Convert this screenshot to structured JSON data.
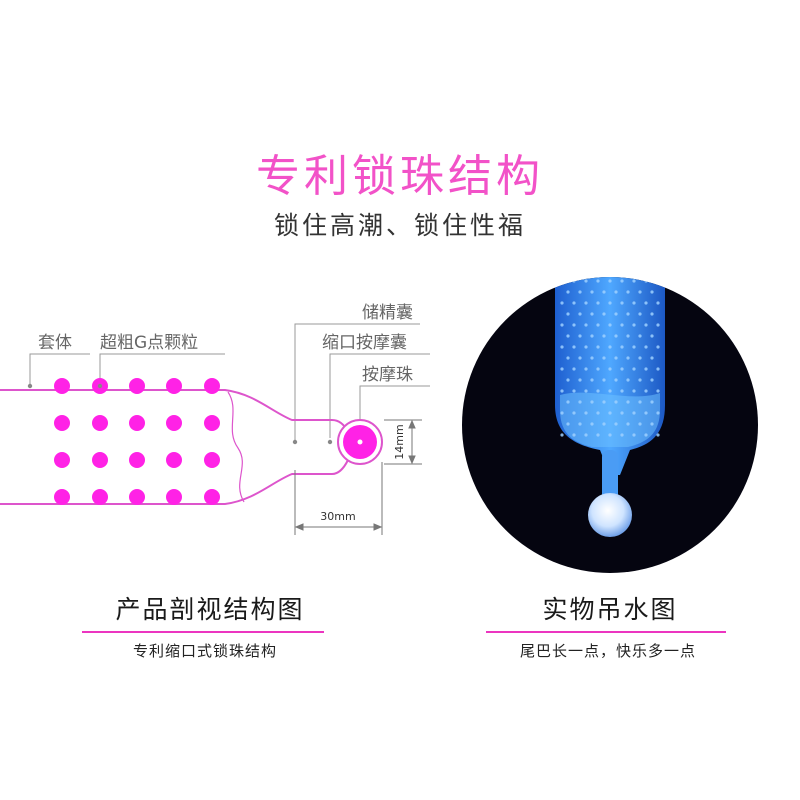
{
  "header": {
    "title": "专利锁珠结构",
    "subtitle": "锁住高潮、锁住性福"
  },
  "diagram": {
    "labels": {
      "sleeve": "套体",
      "g_spot": "超粗G点颗粒",
      "reservoir": "储精囊",
      "neck": "缩口按摩囊",
      "bead": "按摩珠"
    },
    "dimensions": {
      "width": "30mm",
      "height": "14mm"
    }
  },
  "captions": {
    "left_main": "产品剖视结构图",
    "left_sub": "专利缩口式锁珠结构",
    "right_main": "实物吊水图",
    "right_sub": "尾巴长一点，快乐多一点"
  },
  "colors": {
    "accent": "#ec35c0",
    "dot": "#ff22e6",
    "outline": "#dd55cc",
    "title": "#f252c8",
    "photo_bg": "#050510",
    "product": "#3a8ff0"
  }
}
